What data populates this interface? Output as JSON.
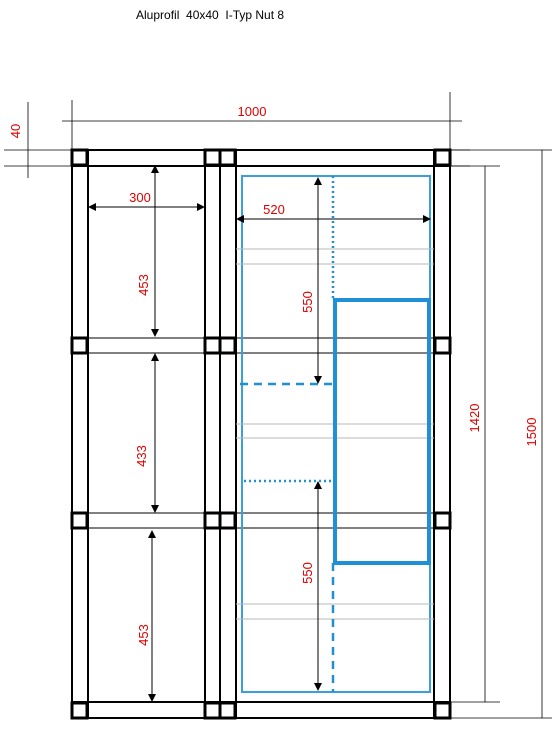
{
  "title": "Aluprofil  40x40  I-Typ Nut 8",
  "colors": {
    "frame": "#000000",
    "accent": "#1f8fd6",
    "thin_accent": "#3aa0dc",
    "dimension_text": "#e00000",
    "guide": "#b8b8b8"
  },
  "dimensions": {
    "profile": "40",
    "overall_width": "1000",
    "left_bay_width": "300",
    "right_panel_width": "520",
    "left_bay_top": "453",
    "left_bay_middle": "433",
    "left_bay_bottom": "453",
    "upper_panel_height": "550",
    "lower_panel_height": "550",
    "inner_height": "1420",
    "overall_height": "1500"
  }
}
